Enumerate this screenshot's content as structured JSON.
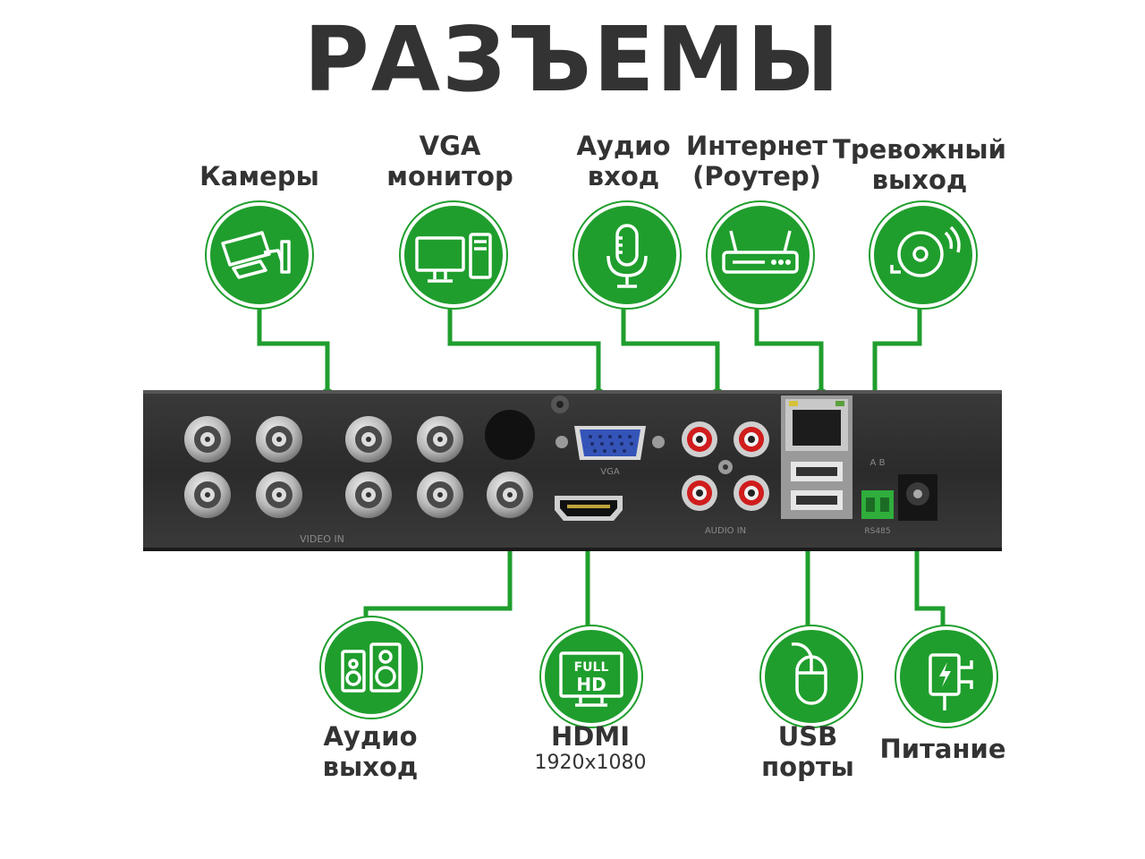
{
  "title": "РАЗЪЕМЫ",
  "top_labels": {
    "cameras": "Камеры",
    "vga": [
      "VGA",
      "монитор"
    ],
    "audio_in": [
      "Аудио",
      "вход"
    ],
    "internet": [
      "Интернет",
      "(Роутер)"
    ],
    "alarm": [
      "Тревожный",
      "выход"
    ]
  },
  "bottom_labels": {
    "audio_out": [
      "Аудио",
      "выход"
    ],
    "hdmi": "HDMI",
    "hdmi_res": "1920x1080",
    "usb": [
      "USB",
      "порты"
    ],
    "power": "Питание"
  },
  "icon_hd": [
    "FULL",
    "HD"
  ],
  "panel_marks": {
    "vga": "VGA",
    "audio_in": "AUDIO IN",
    "video_in": "VIDEO IN",
    "rs485": "RS485",
    "ab": "A B"
  },
  "colors": {
    "accent": "#1f9e2d",
    "title": "#333333",
    "panel": "#2e2e2e"
  },
  "icons": [
    "camera-icon",
    "computer-icon",
    "microphone-icon",
    "router-icon",
    "alarm-bell-icon",
    "speakers-icon",
    "full-hd-icon",
    "mouse-icon",
    "power-adapter-icon"
  ]
}
